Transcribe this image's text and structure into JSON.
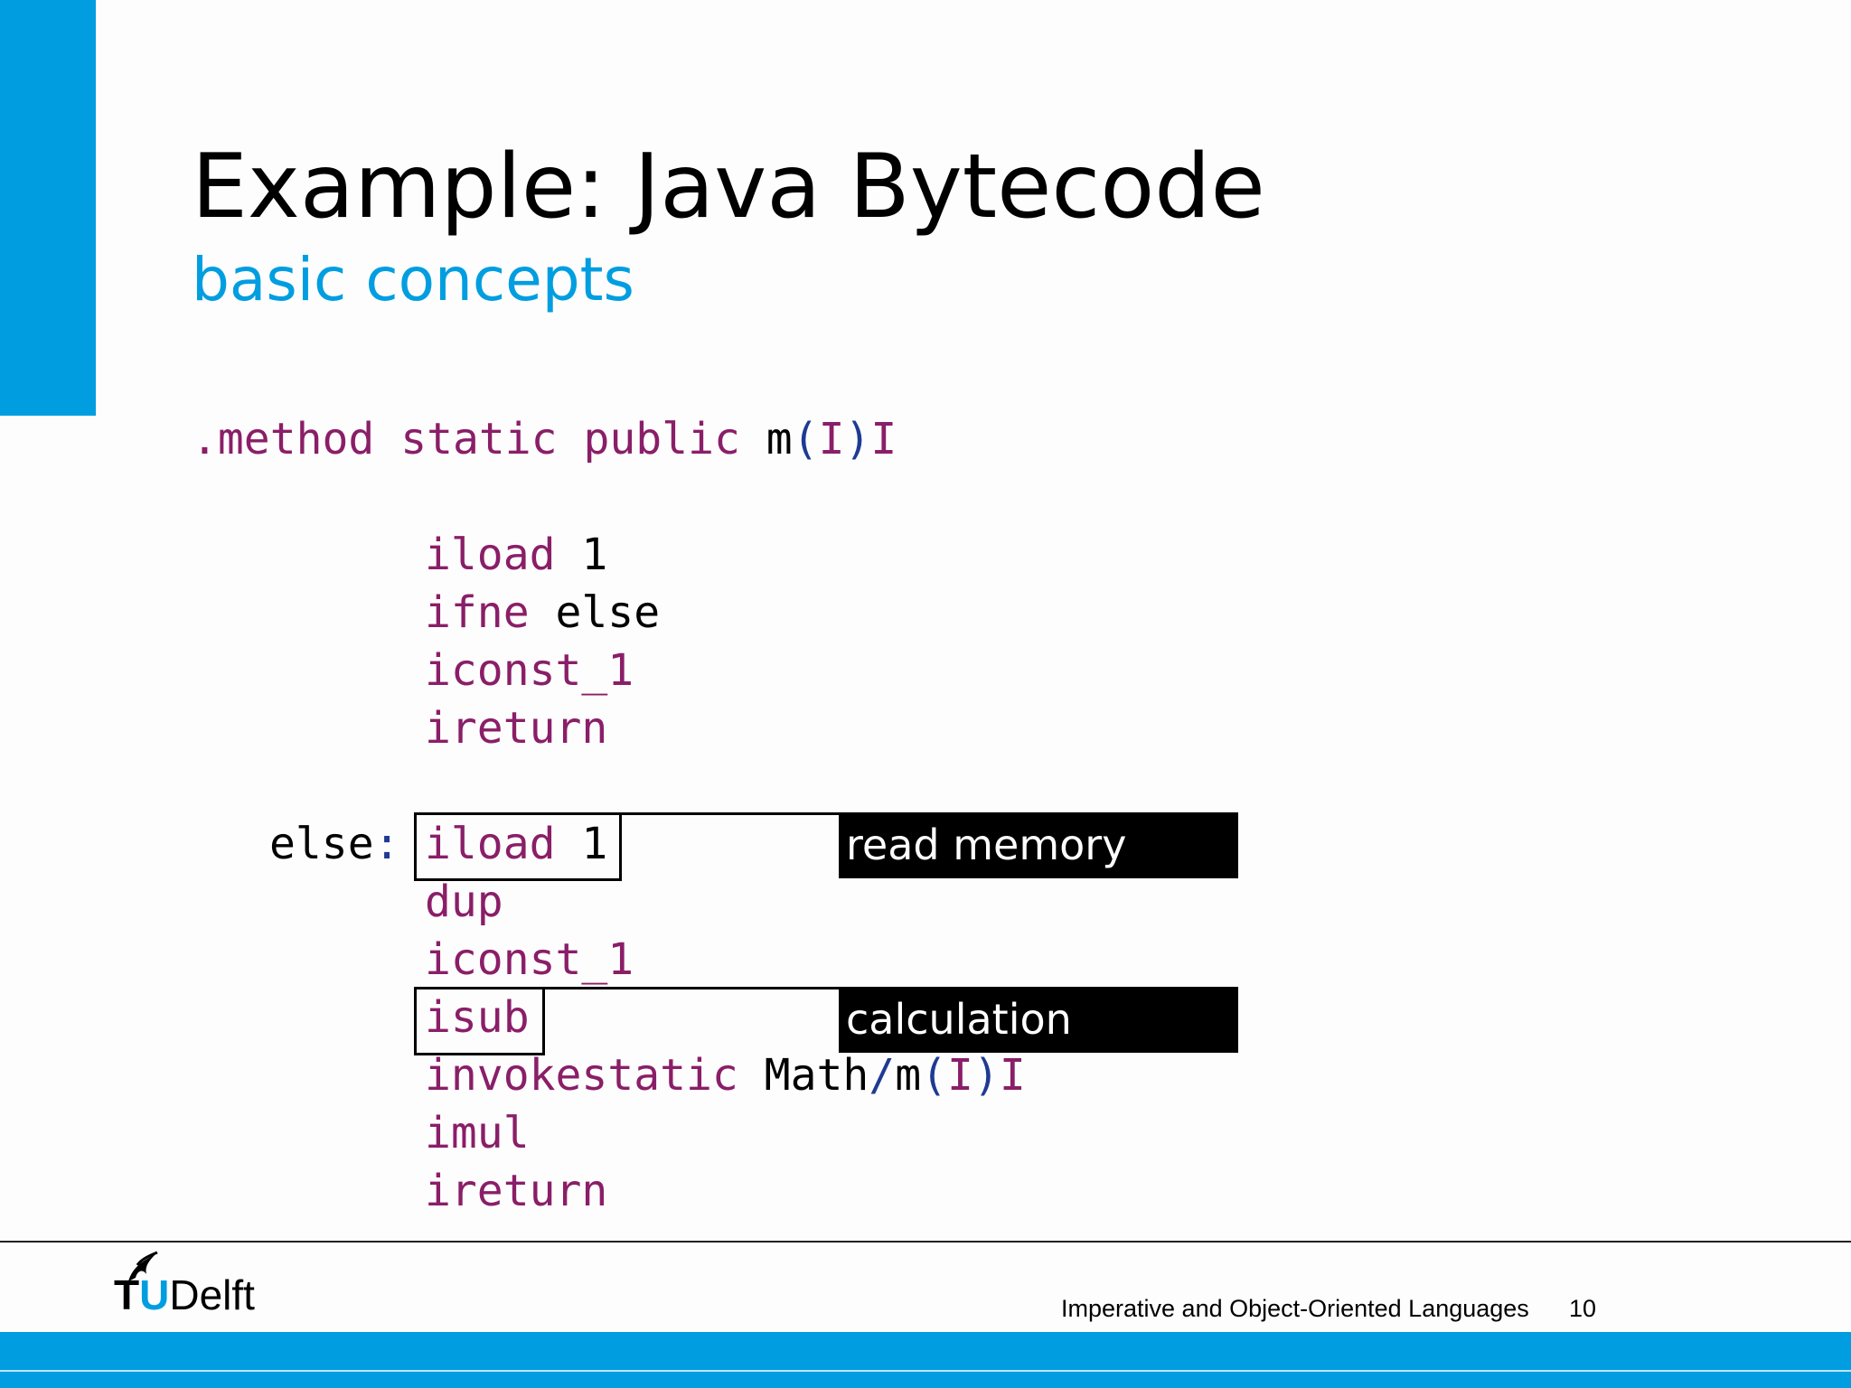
{
  "slide": {
    "title": "Example: Java Bytecode",
    "subtitle": "basic concepts"
  },
  "code": {
    "header": {
      "directive": ".method static public",
      "name": "m",
      "open": "(",
      "param": "I",
      "close": ")",
      "ret": "I"
    },
    "lines": [
      {
        "op": "iload",
        "arg": " 1"
      },
      {
        "op": "ifne",
        "arg": " else"
      },
      {
        "op": "iconst_1",
        "arg": ""
      },
      {
        "op": "ireturn",
        "arg": ""
      }
    ],
    "else_label": "else",
    "else_colon": ":",
    "else_lines": [
      {
        "op": "iload",
        "arg": " 1"
      },
      {
        "op": "dup",
        "arg": ""
      },
      {
        "op": "iconst_1",
        "arg": ""
      },
      {
        "op": "isub",
        "arg": ""
      },
      {
        "op": "invokestatic",
        "class": " Math",
        "slash": "/",
        "name": "m",
        "open": "(",
        "param": "I",
        "close": ")",
        "ret": "I"
      },
      {
        "op": "imul",
        "arg": ""
      },
      {
        "op": "ireturn",
        "arg": ""
      }
    ]
  },
  "annotations": {
    "read_memory": "read memory",
    "calculation": "calculation"
  },
  "footer": {
    "logo_t": "T",
    "logo_u": "U",
    "logo_delft": "Delft",
    "course": "Imperative and Object-Oriented Languages",
    "page": "10"
  },
  "colors": {
    "accent": "#009ee0",
    "keyword": "#8a1e68",
    "punctuation": "#1f3a93"
  }
}
